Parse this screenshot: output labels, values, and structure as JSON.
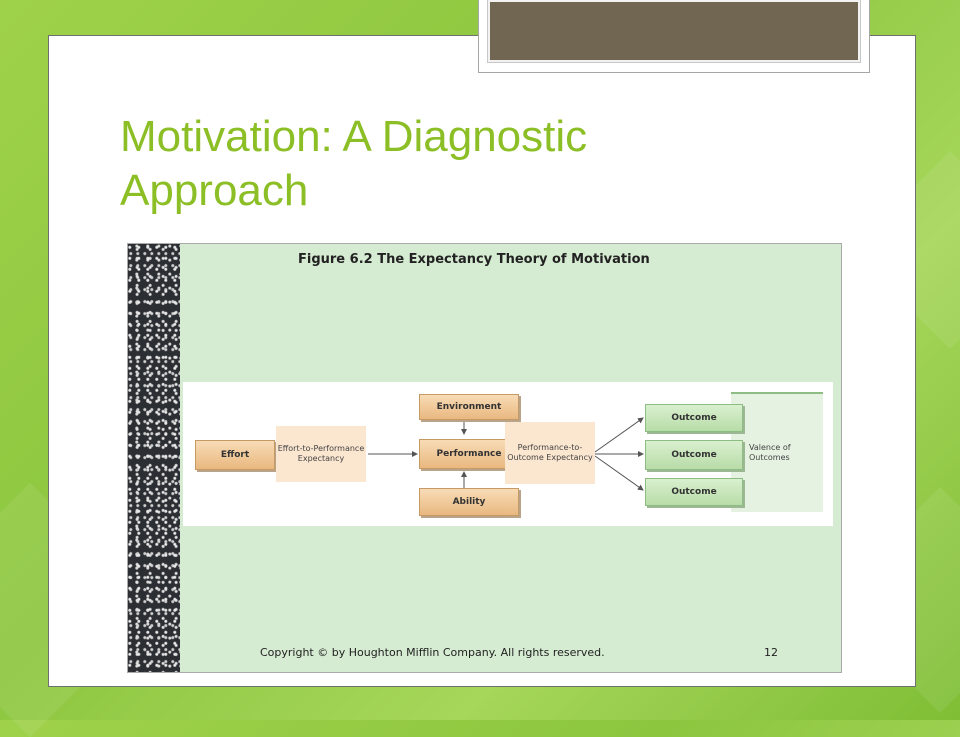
{
  "slide": {
    "title": "Motivation: A Diagnostic Approach"
  },
  "figure": {
    "title": "Figure 6.2 The Expectancy Theory of Motivation",
    "copyright": "Copyright © by Houghton Mifflin Company. All rights reserved.",
    "page_number": "12"
  },
  "diagram": {
    "effort": "Effort",
    "effort_to_performance": "Effort-to-Performance Expectancy",
    "environment": "Environment",
    "performance": "Performance",
    "ability": "Ability",
    "performance_to_outcome": "Performance-to-Outcome Expectancy",
    "outcomes": [
      "Outcome",
      "Outcome",
      "Outcome"
    ],
    "valence": "Valence of Outcomes"
  },
  "colors": {
    "title_green": "#8cbf26",
    "figure_bg": "#d6ecd2",
    "box_orange": "#e9b880",
    "box_green": "#b8dca8"
  }
}
